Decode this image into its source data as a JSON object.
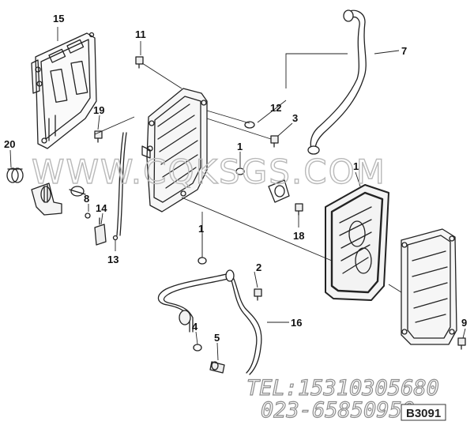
{
  "callouts": [
    {
      "label": "15"
    },
    {
      "label": "11"
    },
    {
      "label": "7"
    },
    {
      "label": "12"
    },
    {
      "label": "3"
    },
    {
      "label": "19"
    },
    {
      "label": "20"
    },
    {
      "label": "1"
    },
    {
      "label": "1"
    },
    {
      "label": "8"
    },
    {
      "label": "14"
    },
    {
      "label": "13"
    },
    {
      "label": "18"
    },
    {
      "label": "1"
    },
    {
      "label": "2"
    },
    {
      "label": "16"
    },
    {
      "label": "4"
    },
    {
      "label": "5"
    },
    {
      "label": "9"
    }
  ],
  "watermark": {
    "site": "WWW.CQKSGS.COM",
    "phone1": "TEL:15310305680",
    "phone2": "023-65850950"
  },
  "reference_code": "B3091"
}
